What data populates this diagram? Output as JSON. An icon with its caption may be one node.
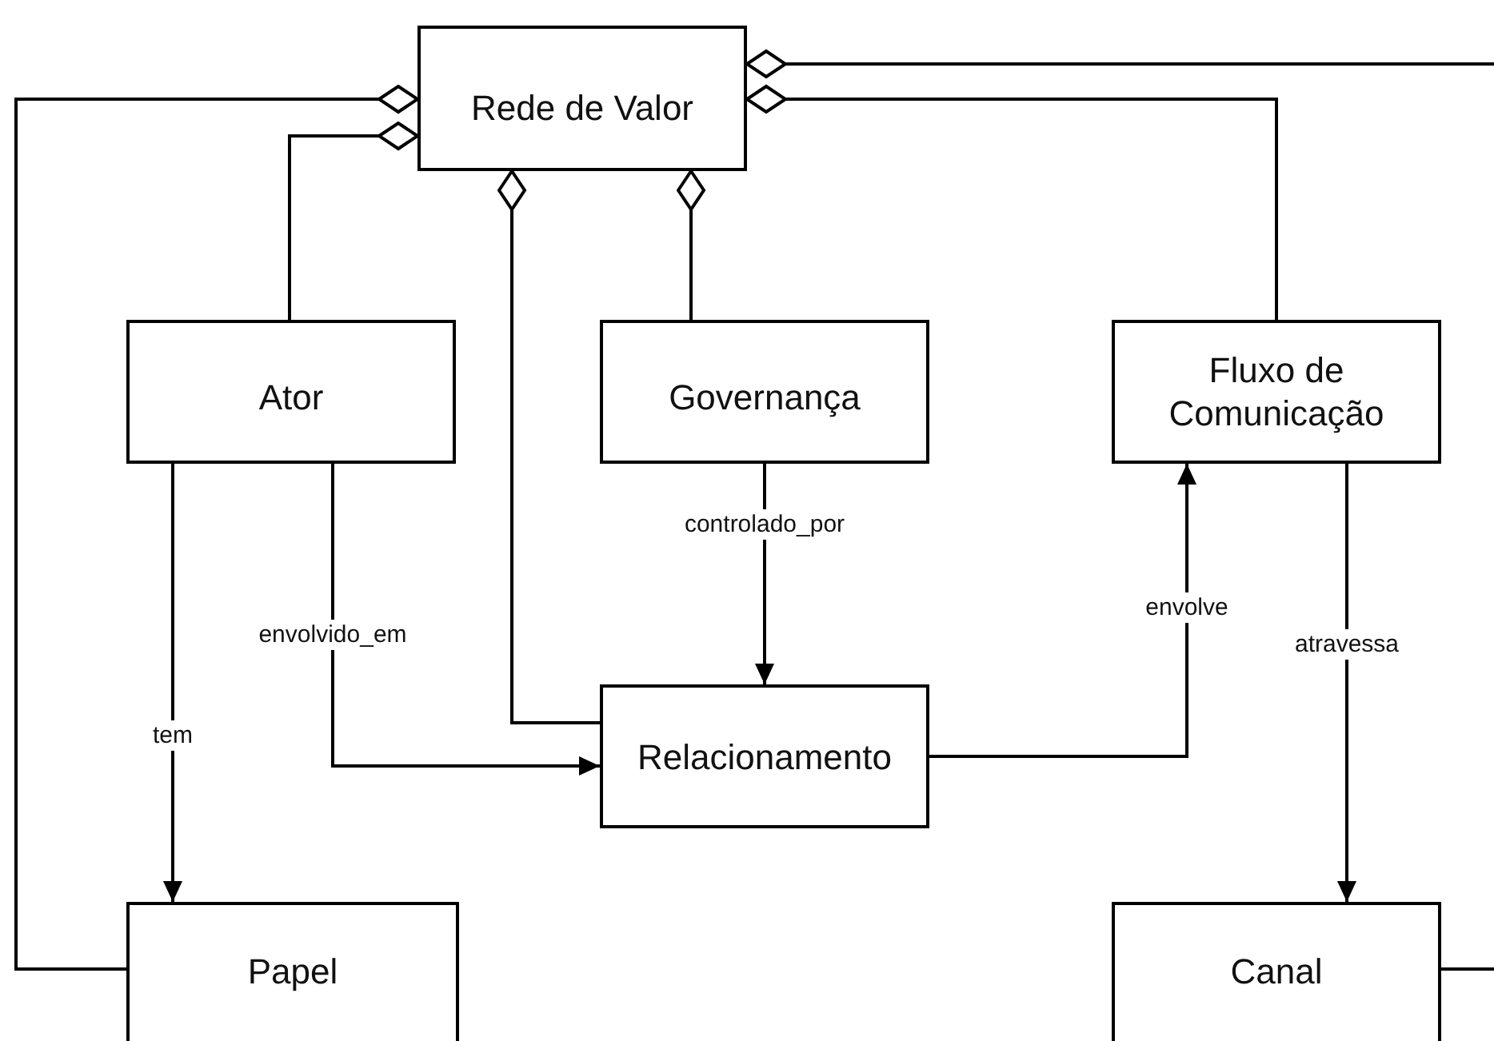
{
  "diagram": {
    "nodes": [
      {
        "text": [
          "Rede de Valor"
        ]
      },
      {
        "text": [
          "Ator"
        ]
      },
      {
        "text": [
          "Governança"
        ]
      },
      {
        "text": [
          "Fluxo de Comunicação"
        ]
      },
      {
        "text": [
          "Relacionamento"
        ]
      },
      {
        "text": [
          "Papel"
        ]
      },
      {
        "text": [
          "Canal"
        ]
      }
    ],
    "edges": [
      {
        "from": 5,
        "to": 0,
        "arrow": "other"
      },
      {
        "from": 1,
        "to": 0,
        "arrow": "other"
      },
      {
        "from": 4,
        "to": 0,
        "arrow": "other"
      },
      {
        "from": 2,
        "to": 0,
        "arrow": "other"
      },
      {
        "from": 3,
        "to": 0,
        "arrow": "other"
      },
      {
        "from": 6,
        "to": 0,
        "arrow": "other"
      },
      {
        "from": 1,
        "to": 5,
        "arrow": "to",
        "label": "tem"
      },
      {
        "from": 1,
        "to": 4,
        "arrow": "to",
        "label": "envolvido_em"
      },
      {
        "from": 2,
        "to": 4,
        "arrow": "to",
        "label": "controlado_por"
      },
      {
        "from": 4,
        "to": 3,
        "arrow": "to",
        "label": "envolve"
      },
      {
        "from": 3,
        "to": 6,
        "arrow": "to",
        "label": "atravessa"
      }
    ]
  }
}
